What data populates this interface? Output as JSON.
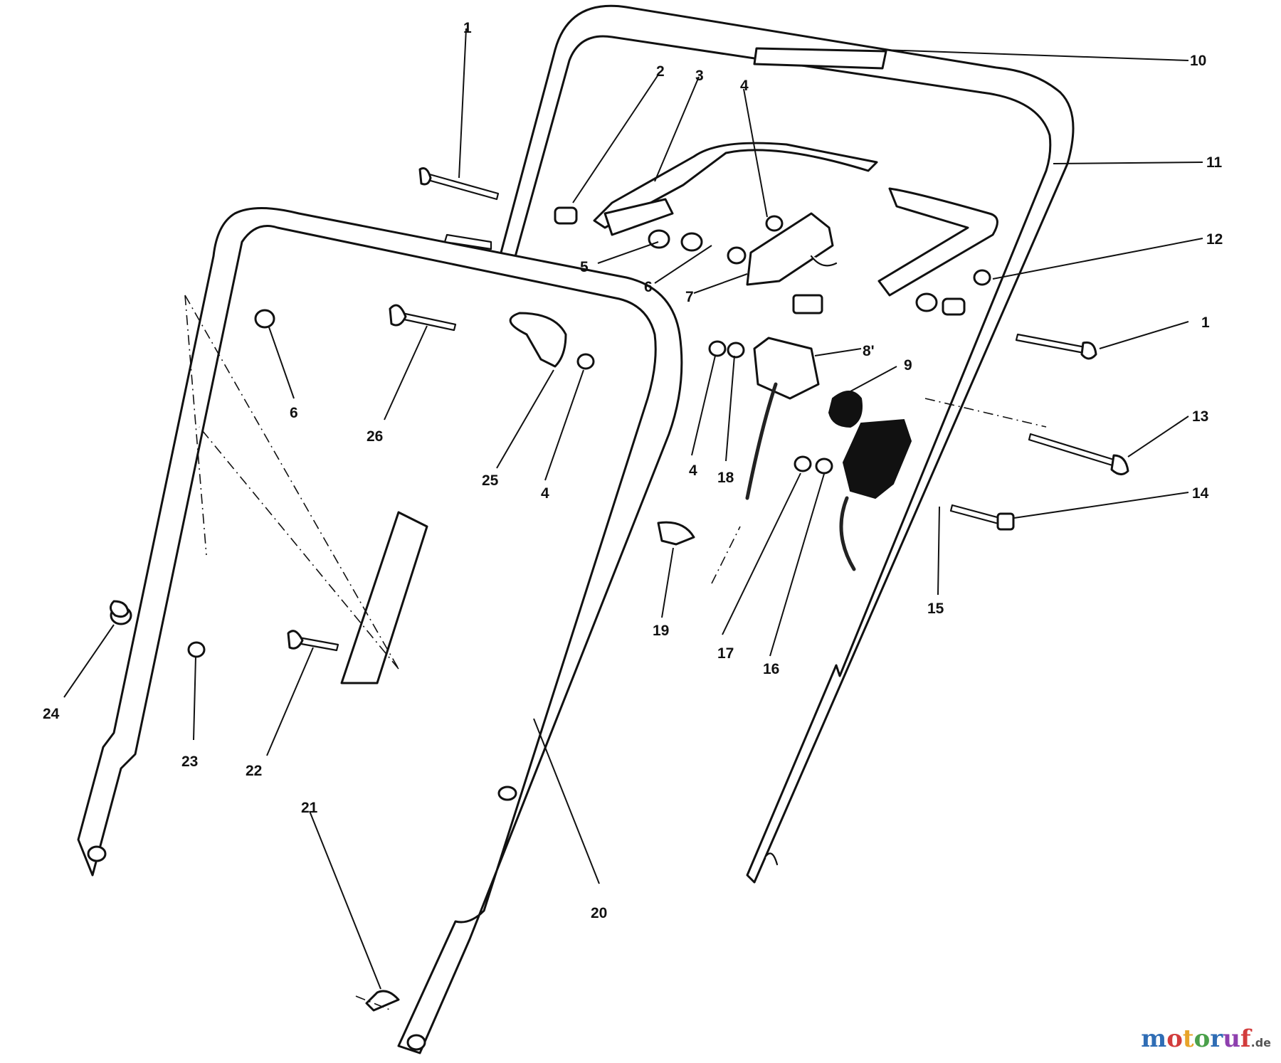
{
  "diagram": {
    "callouts": {
      "c1a": "1",
      "c2": "2",
      "c3": "3",
      "c4a": "4",
      "c10": "10",
      "c11": "11",
      "c12": "12",
      "c5": "5",
      "c6a": "6",
      "c7": "7",
      "c1b": "1",
      "c8": "8'",
      "c9": "9",
      "c6b": "6",
      "c26": "26",
      "c25": "25",
      "c4b": "4",
      "c4c": "4",
      "c18": "18",
      "c13": "13",
      "c14": "14",
      "c15": "15",
      "c19": "19",
      "c17": "17",
      "c16": "16",
      "c24": "24",
      "c23": "23",
      "c22": "22",
      "c21": "21",
      "c20": "20"
    }
  },
  "watermark": {
    "letters": [
      "m",
      "o",
      "t",
      "o",
      "r",
      "u",
      "f"
    ],
    "colors": [
      "#2f6db5",
      "#d23c3c",
      "#e8a42a",
      "#4aa04a",
      "#2f6db5",
      "#8e3fae",
      "#d23c3c"
    ],
    "tld": ".de"
  }
}
